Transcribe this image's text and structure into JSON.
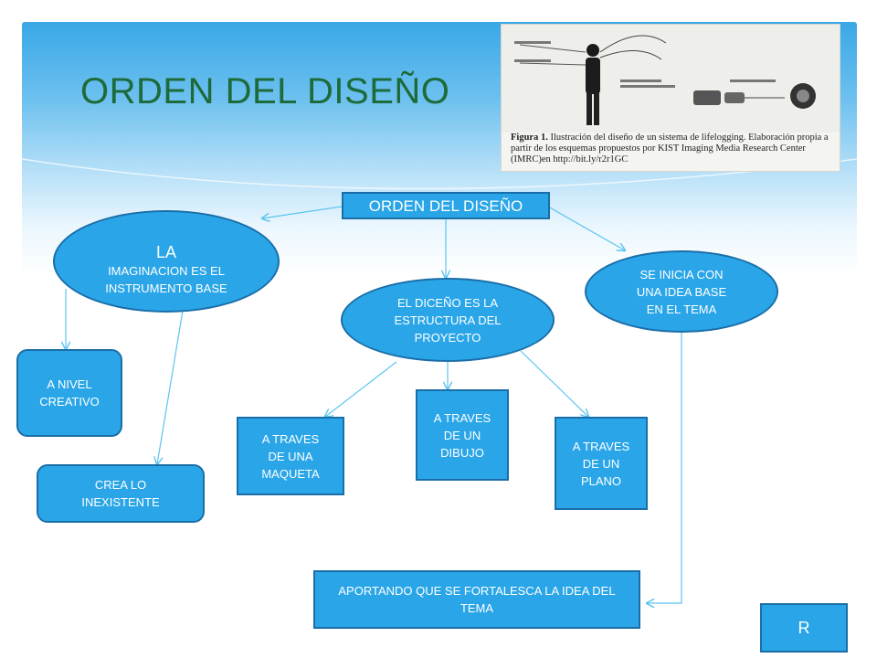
{
  "slide": {
    "title": "ORDEN DEL DISEÑO"
  },
  "figure": {
    "caption_bold": "Figura 1.",
    "caption_rest": " Ilustración del diseño de un sistema de lifelogging. Elaboración propia a partir de los esquemas propuestos por KIST Imaging Media Research Center (IMRC)en http://bit.ly/r2r1GC"
  },
  "diagram": {
    "root": "ORDEN DEL DISEÑO",
    "imaginacion_big": "LA",
    "imaginacion_rest": "IMAGINACION ES EL INSTRUMENTO BASE",
    "estructura": "EL DICEÑO ES LA ESTRUCTURA DEL PROYECTO",
    "idea_base": "SE INICIA CON UNA IDEA BASE EN EL TEMA",
    "nivel_creativo": "A NIVEL CREATIVO",
    "crea": "CREA LO INEXISTENTE",
    "maqueta": "A TRAVES DE UNA MAQUETA",
    "dibujo": "A TRAVES DE UN DIBUJO",
    "plano": "A TRAVES DE UN PLANO",
    "aportando": "APORTANDO QUE SE FORTALESCA  LA IDEA DEL TEMA",
    "r_button": "R"
  },
  "colors": {
    "node_fill": "#2aa6e8",
    "node_border": "#1a6ea8",
    "title": "#1e6b3a",
    "connector": "#5bc4f0"
  }
}
